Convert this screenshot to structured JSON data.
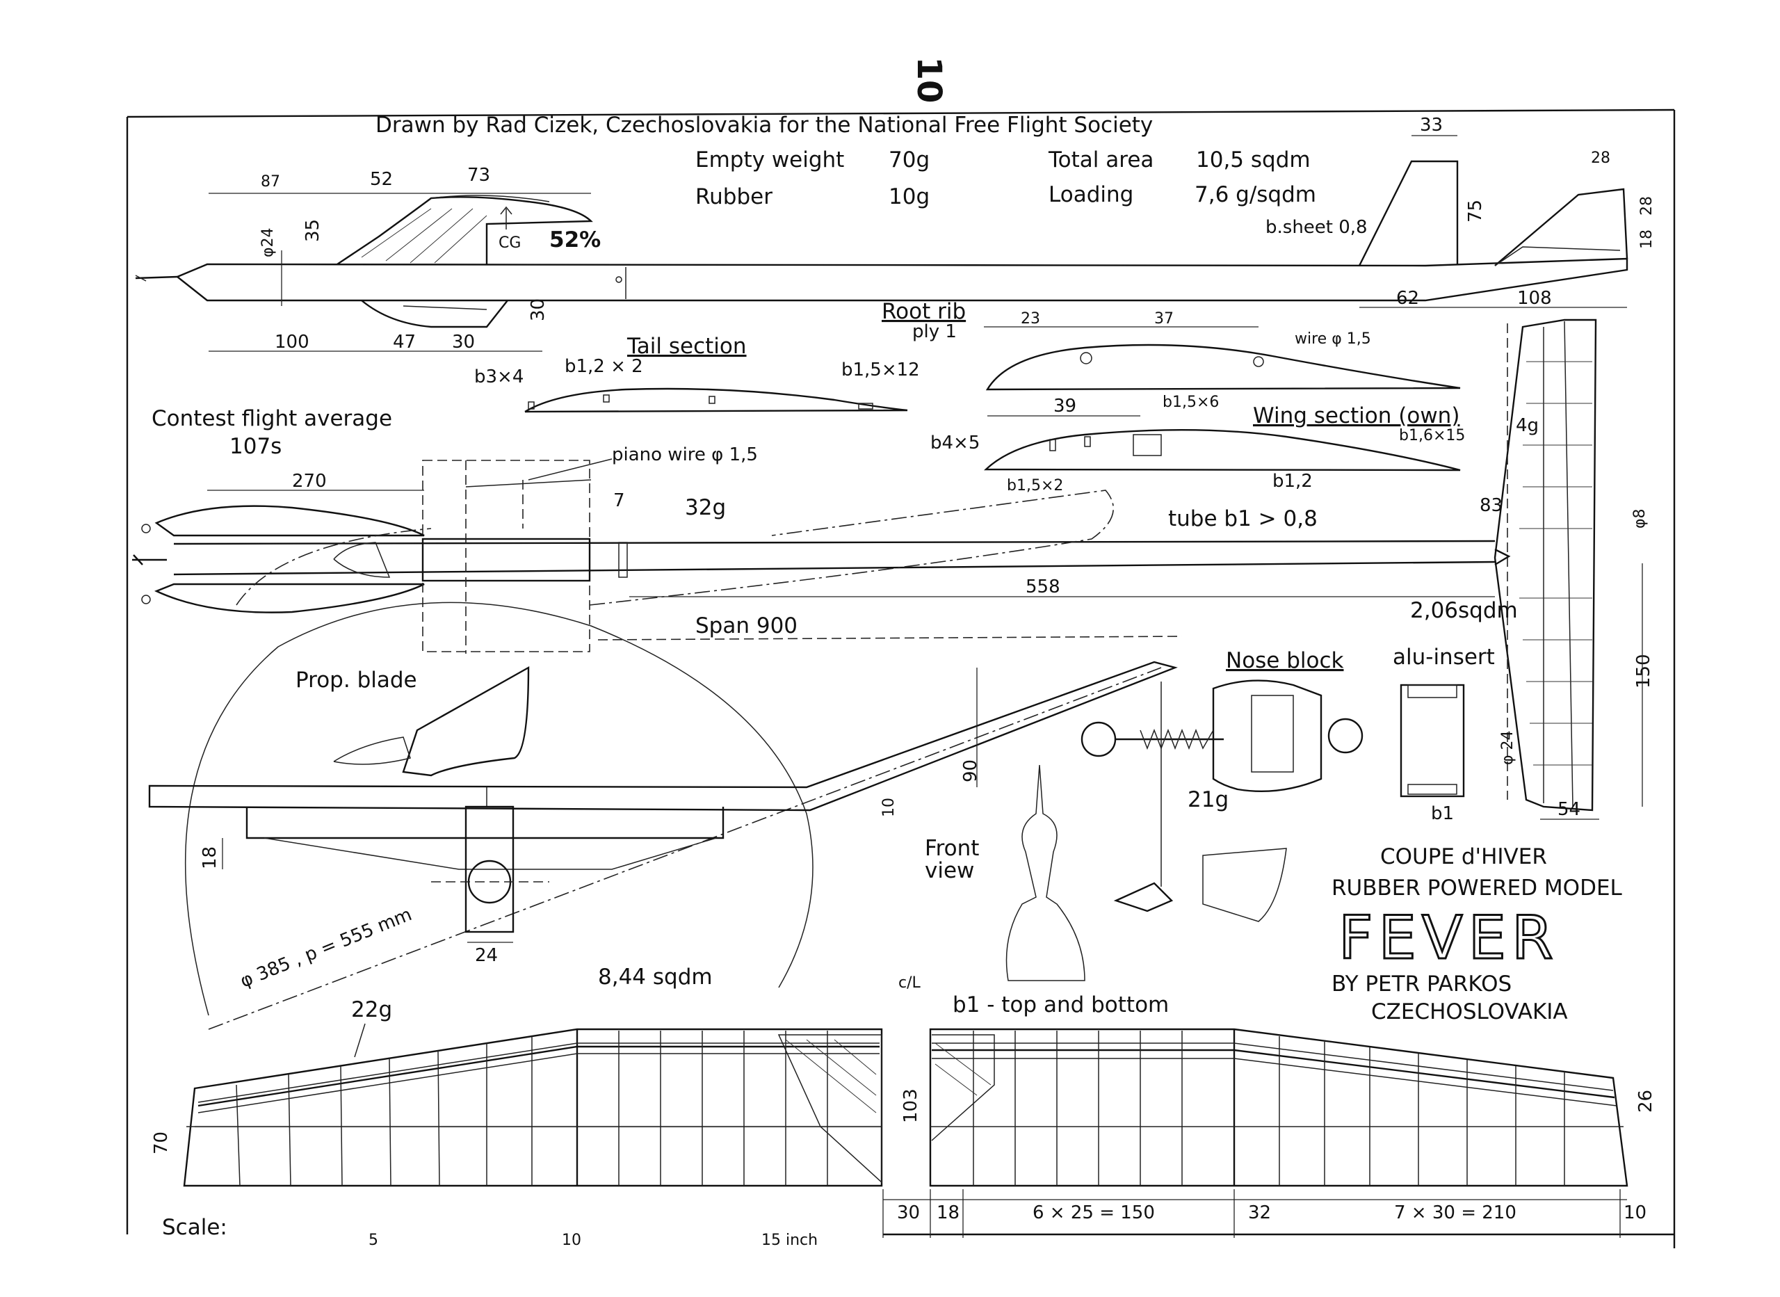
{
  "page_number": "10",
  "header": {
    "credit": "Drawn by Rad Cizek, Czechoslovakia for the National Free Flight Society",
    "empty_weight_label": "Empty weight",
    "empty_weight_value": "70g",
    "rubber_label": "Rubber",
    "rubber_value": "10g",
    "total_area_label": "Total area",
    "total_area_value": "10,5 sqdm",
    "loading_label": "Loading",
    "loading_value": "7,6 g/sqdm"
  },
  "side_view": {
    "dims_top": [
      "87",
      "52",
      "73"
    ],
    "dim_35": "35",
    "dim_phi24": "φ24",
    "cg_label": "CG",
    "cg_percent": "52%",
    "dims_bottom": [
      "100",
      "47",
      "30"
    ],
    "dim_30": "30",
    "fin_top": "33",
    "fin_height": "75",
    "bsheet": "b.sheet 0,8",
    "stab_top": "28",
    "stab_h1": "28",
    "stab_h2": "18",
    "tail_dims": [
      "62",
      "108"
    ]
  },
  "sections": {
    "root_rib_label": "Root rib",
    "root_rib_ply": "ply 1",
    "root_dims": [
      "23",
      "37"
    ],
    "wire": "wire φ 1,5",
    "tail_section_label": "Tail section",
    "tail_b12x2": "b1,2 × 2",
    "tail_b3x4": "b3×4",
    "tail_b15x12": "b1,5×12",
    "wing_dim_39": "39",
    "wing_b15x6": "b1,5×6",
    "wing_section_label": "Wing section (own)",
    "wing_b4x5": "b4×5",
    "wing_b16x15": "b1,6×15",
    "wing_b15x2": "b1,5×2",
    "wing_b12": "b1,2"
  },
  "contest": {
    "label": "Contest flight average",
    "value": "107s"
  },
  "top_view": {
    "dim_270": "270",
    "piano_wire": "piano wire φ 1,5",
    "dim_7": "7",
    "weight_32g": "32g",
    "tube": "tube b1 > 0,8",
    "dim_83": "83",
    "dim_phi8": "φ8",
    "dim_558": "558",
    "stab_area": "2,06sqdm",
    "span": "Span 900",
    "stab_4g": "4g",
    "stab_150": "150",
    "stab_54": "54"
  },
  "front": {
    "prop_blade": "Prop. blade",
    "dim_90": "90",
    "dim_10": "10",
    "dim_18": "18",
    "dim_24": "24",
    "prop_dia": "φ 385 , p = 555 mm",
    "front_view_1": "Front",
    "front_view_2": "view"
  },
  "nose": {
    "nose_block": "Nose block",
    "alu_insert": "alu-insert",
    "weight_21g": "21g",
    "phi24": "φ 24",
    "b1": "b1"
  },
  "title_block": {
    "line1": "COUPE d'HIVER",
    "line2": "RUBBER POWERED MODEL",
    "model": "FEVER",
    "by": "BY PETR PARKOS",
    "country": "CZECHOSLOVAKIA"
  },
  "wing_plan": {
    "area": "8,44 sqdm",
    "weight": "22g",
    "sheeting": "b1 - top and bottom",
    "cl": "c/L",
    "dim_70": "70",
    "dim_103": "103",
    "dim_26": "26",
    "bottom_dims": [
      "30",
      "18",
      "6 × 25 = 150",
      "32",
      "7 × 30 = 210",
      "10"
    ],
    "scale_label": "Scale:",
    "scale_ticks": [
      "5",
      "10",
      "15 inch"
    ]
  }
}
